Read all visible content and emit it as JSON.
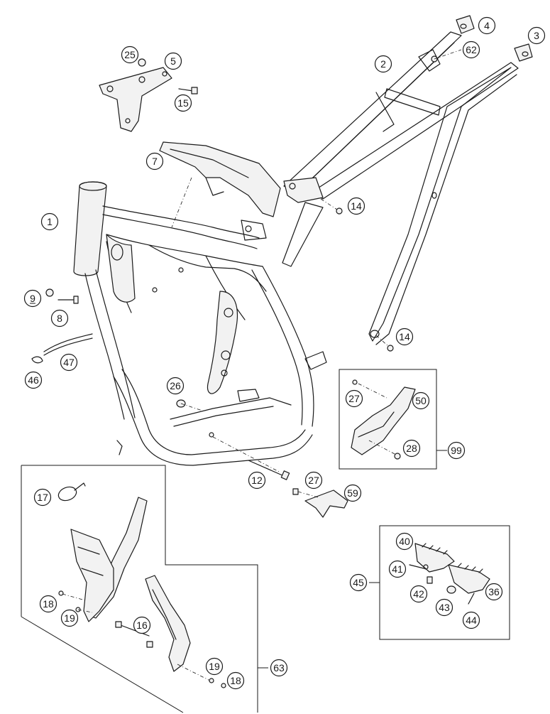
{
  "diagram": {
    "type": "exploded-parts-view",
    "callouts": {
      "c1": "1",
      "c2": "2",
      "c3": "3",
      "c4": "4",
      "c5": "5",
      "c7": "7",
      "c8": "8",
      "c9": "9",
      "c12": "12",
      "c14a": "14",
      "c14b": "14",
      "c15": "15",
      "c16": "16",
      "c17": "17",
      "c18a": "18",
      "c18b": "18",
      "c19a": "19",
      "c19b": "19",
      "c25": "25",
      "c26": "26",
      "c27a": "27",
      "c27b": "27",
      "c28": "28",
      "c36": "36",
      "c40": "40",
      "c41": "41",
      "c42": "42",
      "c43": "43",
      "c44": "44",
      "c45": "45",
      "c46": "46",
      "c47": "47",
      "c50": "50",
      "c59": "59",
      "c62": "62",
      "c63": "63",
      "c99": "99"
    },
    "underlined": [
      "c9"
    ]
  }
}
